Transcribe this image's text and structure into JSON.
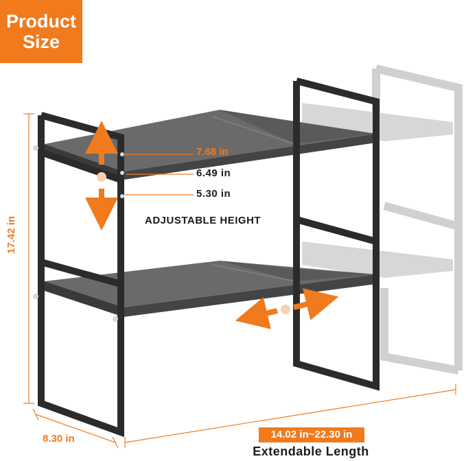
{
  "badge": {
    "line1": "Product",
    "line2": "Size"
  },
  "heights": {
    "h1": "7.68 in",
    "h2": "6.49 in",
    "h3": "5.30 in"
  },
  "adjust_label": "ADJUSTABLE HEIGHT",
  "total_height": "17.42 in",
  "depth": "8.30 in",
  "length_range": "14.02 in~22.30 in",
  "length_label": "Extendable Length",
  "colors": {
    "accent": "#f07a1c",
    "frame": "#2b2b2b",
    "shelf": "#5e5e5e",
    "ghost": "#c9c9c9"
  }
}
